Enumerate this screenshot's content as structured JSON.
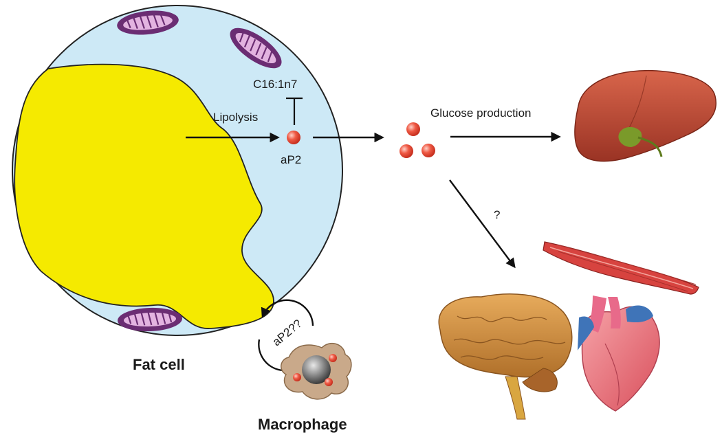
{
  "labels": {
    "c16": "C16:1n7",
    "lipolysis": "Lipolysis",
    "ap2": "aP2",
    "glucose_production": "Glucose production",
    "question": "?",
    "ap2_question": "aP2??",
    "fat_cell": "Fat cell",
    "macrophage": "Macrophage"
  },
  "colors": {
    "cell_fill": "#cde9f6",
    "cell_stroke": "#222222",
    "lipid_droplet": "#f5ea00",
    "mitochondria_outer": "#6b2d73",
    "mitochondria_inner": "#e3b3e0",
    "ap2_protein": "#e64232",
    "liver": "#b5402f",
    "gallbladder": "#7a9a2a",
    "muscle": "#d7433f",
    "heart": "#e8717a",
    "brain": "#c98a3e",
    "macrophage": "#c9a98a",
    "arrow": "#111111"
  }
}
